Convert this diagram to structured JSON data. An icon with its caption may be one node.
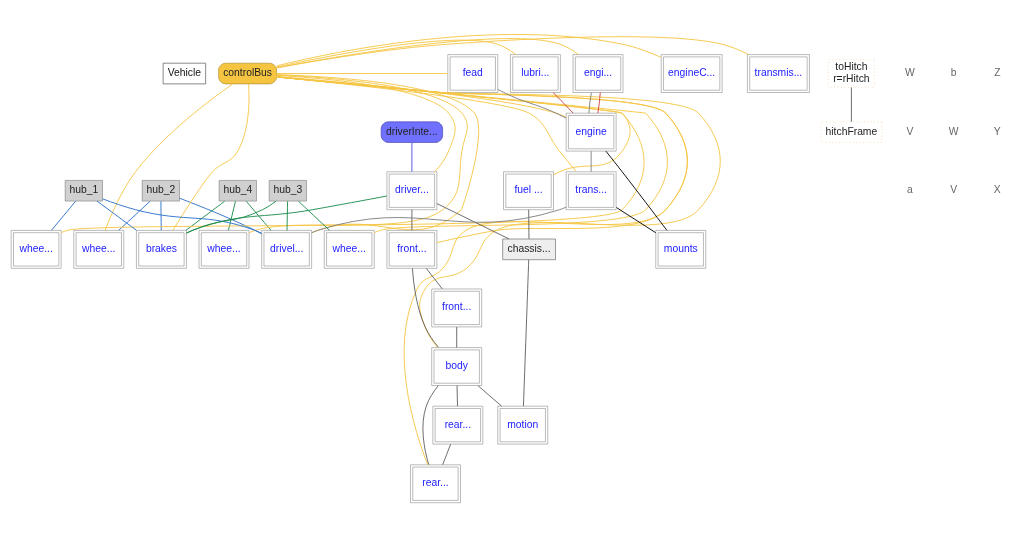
{
  "diagram": {
    "nodes": [
      {
        "text": [
          "Vehicle"
        ]
      },
      {
        "text": [
          "hub_2"
        ]
      },
      {
        "text": [
          "driverInte..."
        ]
      },
      {
        "text": [
          "engineC..."
        ]
      },
      {
        "text": [
          "transmis..."
        ]
      },
      {
        "text": [
          "hub_4"
        ]
      },
      {
        "text": [
          "toHitch",
          "r=rHitch"
        ]
      },
      {
        "text": [
          "controlBus"
        ]
      },
      {
        "text": [
          "driver..."
        ]
      },
      {
        "text": [
          "whee..."
        ]
      },
      {
        "text": [
          "whee..."
        ]
      },
      {
        "text": [
          "fuel ..."
        ]
      },
      {
        "text": [
          "fead"
        ]
      },
      {
        "text": [
          "engine"
        ]
      },
      {
        "text": [
          "trans..."
        ]
      },
      {
        "text": [
          "drivel..."
        ]
      },
      {
        "text": [
          "brakes"
        ]
      },
      {
        "text": [
          "front..."
        ]
      },
      {
        "text": [
          "body"
        ]
      },
      {
        "text": [
          "rear..."
        ]
      },
      {
        "text": [
          "hitchFrame"
        ]
      },
      {
        "text": [
          "lubri..."
        ]
      },
      {
        "text": [
          "engi..."
        ]
      },
      {
        "text": [
          "mounts"
        ]
      },
      {
        "text": [
          "front..."
        ]
      },
      {
        "text": [
          "rear..."
        ]
      },
      {
        "text": [
          "hub_1"
        ]
      },
      {
        "text": [
          "chassis..."
        ]
      },
      {
        "text": [
          "whee..."
        ]
      },
      {
        "text": [
          "motion"
        ]
      },
      {
        "text": [
          "hub_3"
        ]
      },
      {
        "text": [
          "whee..."
        ]
      }
    ],
    "edges": [
      {
        "from": 7,
        "to": 11,
        "arrow": "none"
      },
      {
        "from": 7,
        "to": 21,
        "arrow": "none"
      },
      {
        "from": 7,
        "to": 12,
        "arrow": "none"
      },
      {
        "from": 7,
        "to": 22,
        "arrow": "none"
      },
      {
        "from": 7,
        "to": 13,
        "arrow": "none"
      },
      {
        "from": 7,
        "to": 14,
        "arrow": "none"
      },
      {
        "from": 7,
        "to": 15,
        "arrow": "none"
      },
      {
        "from": 7,
        "to": 16,
        "arrow": "none"
      },
      {
        "from": 7,
        "to": 8,
        "arrow": "none"
      },
      {
        "from": 7,
        "to": 3,
        "arrow": "none"
      },
      {
        "from": 7,
        "to": 4,
        "arrow": "none"
      },
      {
        "from": 7,
        "to": 9,
        "arrow": "none"
      },
      {
        "from": 7,
        "to": 17,
        "arrow": "none"
      },
      {
        "from": 7,
        "to": 18,
        "arrow": "none"
      },
      {
        "from": 7,
        "to": 19,
        "arrow": "none"
      },
      {
        "from": 7,
        "to": 10,
        "arrow": "none"
      },
      {
        "from": 7,
        "to": 28,
        "arrow": "none"
      },
      {
        "from": 7,
        "to": 31,
        "arrow": "none"
      },
      {
        "from": 2,
        "to": 8,
        "arrow": "none",
        "color": "#4a4ae0"
      },
      {
        "from": 1,
        "to": 15,
        "arrow": "none",
        "color": "#2a6fc9"
      },
      {
        "from": 1,
        "to": 16,
        "arrow": "none",
        "color": "#2a6fc9"
      },
      {
        "from": 1,
        "to": 9,
        "arrow": "none",
        "color": "#2a6fc9"
      },
      {
        "from": 26,
        "to": 15,
        "arrow": "none",
        "color": "#2a6fc9"
      },
      {
        "from": 26,
        "to": 16,
        "arrow": "none",
        "color": "#2a6fc9"
      },
      {
        "from": 26,
        "to": 28,
        "arrow": "none",
        "color": "#2a6fc9"
      },
      {
        "from": 5,
        "to": 15,
        "arrow": "none",
        "color": "#1a8c4a"
      },
      {
        "from": 5,
        "to": 16,
        "arrow": "none",
        "color": "#1a8c4a"
      },
      {
        "from": 5,
        "to": 10,
        "arrow": "none",
        "color": "#1a8c4a"
      },
      {
        "from": 30,
        "to": 15,
        "arrow": "none",
        "color": "#1a8c4a"
      },
      {
        "from": 30,
        "to": 16,
        "arrow": "none",
        "color": "#1a8c4a"
      },
      {
        "from": 30,
        "to": 31,
        "arrow": "none",
        "color": "#1a8c4a"
      },
      {
        "from": 8,
        "to": 16,
        "arrow": "none",
        "color": "#1a8c4a"
      },
      {
        "from": 12,
        "to": 13,
        "arrow": "none",
        "color": "#808080"
      },
      {
        "from": 22,
        "to": 13,
        "arrow": "none",
        "color": "#808080"
      },
      {
        "from": 13,
        "to": 14,
        "arrow": "none",
        "color": "#808080"
      },
      {
        "from": 14,
        "to": 15,
        "arrow": "none",
        "color": "#808080"
      },
      {
        "from": 13,
        "to": 23,
        "arrow": "none",
        "color": "#000000"
      },
      {
        "from": 14,
        "to": 23,
        "arrow": "none",
        "color": "#000000"
      },
      {
        "from": 21,
        "to": 13,
        "arrow": "none",
        "color": "#d04040"
      },
      {
        "from": 22,
        "to": 13,
        "arrow": "none",
        "color": "#d04040"
      },
      {
        "from": 11,
        "to": 27,
        "arrow": "none",
        "color": "#606060"
      },
      {
        "from": 8,
        "to": 17,
        "arrow": "none",
        "color": "#606060"
      },
      {
        "from": 8,
        "to": 27,
        "arrow": "none",
        "color": "#606060"
      },
      {
        "from": 17,
        "to": 18,
        "arrow": "none",
        "color": "#606060"
      },
      {
        "from": 17,
        "to": 24,
        "arrow": "none",
        "color": "#606060"
      },
      {
        "from": 24,
        "to": 18,
        "arrow": "none",
        "color": "#606060"
      },
      {
        "from": 18,
        "to": 19,
        "arrow": "none",
        "color": "#606060"
      },
      {
        "from": 18,
        "to": 25,
        "arrow": "none",
        "color": "#606060"
      },
      {
        "from": 25,
        "to": 19,
        "arrow": "none",
        "color": "#606060"
      },
      {
        "from": 18,
        "to": 29,
        "arrow": "none",
        "color": "#606060"
      },
      {
        "from": 27,
        "to": 29,
        "arrow": "none",
        "color": "#606060"
      },
      {
        "from": 6,
        "to": 20,
        "arrow": "none",
        "color": "#606060"
      }
    ],
    "labels": [
      "W",
      "V",
      "a",
      "b",
      "W",
      "V",
      "Z",
      "Y",
      "X"
    ]
  }
}
